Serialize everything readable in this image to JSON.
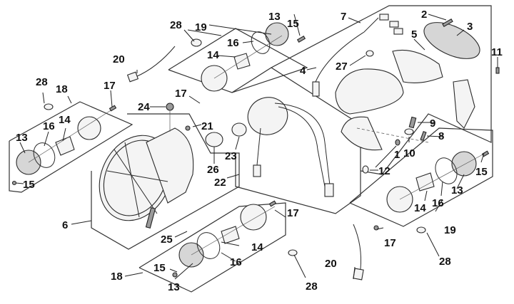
{
  "diagram": {
    "type": "exploded-parts-diagram",
    "subject": "Headlight, turn signals and tail light assembly",
    "callouts": [
      {
        "id": "c1",
        "label": "1"
      },
      {
        "id": "c2",
        "label": "2"
      },
      {
        "id": "c3",
        "label": "3"
      },
      {
        "id": "c4",
        "label": "4"
      },
      {
        "id": "c5",
        "label": "5"
      },
      {
        "id": "c6",
        "label": "6"
      },
      {
        "id": "c7",
        "label": "7"
      },
      {
        "id": "c8",
        "label": "8"
      },
      {
        "id": "c9",
        "label": "9"
      },
      {
        "id": "c10",
        "label": "10"
      },
      {
        "id": "c11",
        "label": "11"
      },
      {
        "id": "c12",
        "label": "12"
      },
      {
        "id": "c13a",
        "label": "13"
      },
      {
        "id": "c13b",
        "label": "13"
      },
      {
        "id": "c13c",
        "label": "13"
      },
      {
        "id": "c13d",
        "label": "13"
      },
      {
        "id": "c14a",
        "label": "14"
      },
      {
        "id": "c14b",
        "label": "14"
      },
      {
        "id": "c14c",
        "label": "14"
      },
      {
        "id": "c14d",
        "label": "14"
      },
      {
        "id": "c15a",
        "label": "15"
      },
      {
        "id": "c15b",
        "label": "15"
      },
      {
        "id": "c15c",
        "label": "15"
      },
      {
        "id": "c15d",
        "label": "15"
      },
      {
        "id": "c16a",
        "label": "16"
      },
      {
        "id": "c16b",
        "label": "16"
      },
      {
        "id": "c16c",
        "label": "16"
      },
      {
        "id": "c16d",
        "label": "16"
      },
      {
        "id": "c17a",
        "label": "17"
      },
      {
        "id": "c17b",
        "label": "17"
      },
      {
        "id": "c17c",
        "label": "17"
      },
      {
        "id": "c17d",
        "label": "17"
      },
      {
        "id": "c18a",
        "label": "18"
      },
      {
        "id": "c18b",
        "label": "18"
      },
      {
        "id": "c19a",
        "label": "19"
      },
      {
        "id": "c19b",
        "label": "19"
      },
      {
        "id": "c20a",
        "label": "20"
      },
      {
        "id": "c20b",
        "label": "20"
      },
      {
        "id": "c21",
        "label": "21"
      },
      {
        "id": "c22",
        "label": "22"
      },
      {
        "id": "c23",
        "label": "23"
      },
      {
        "id": "c24",
        "label": "24"
      },
      {
        "id": "c25",
        "label": "25"
      },
      {
        "id": "c26",
        "label": "26"
      },
      {
        "id": "c27",
        "label": "27"
      },
      {
        "id": "c28a",
        "label": "28"
      },
      {
        "id": "c28b",
        "label": "28"
      },
      {
        "id": "c28c",
        "label": "28"
      },
      {
        "id": "c28d",
        "label": "28"
      }
    ]
  }
}
